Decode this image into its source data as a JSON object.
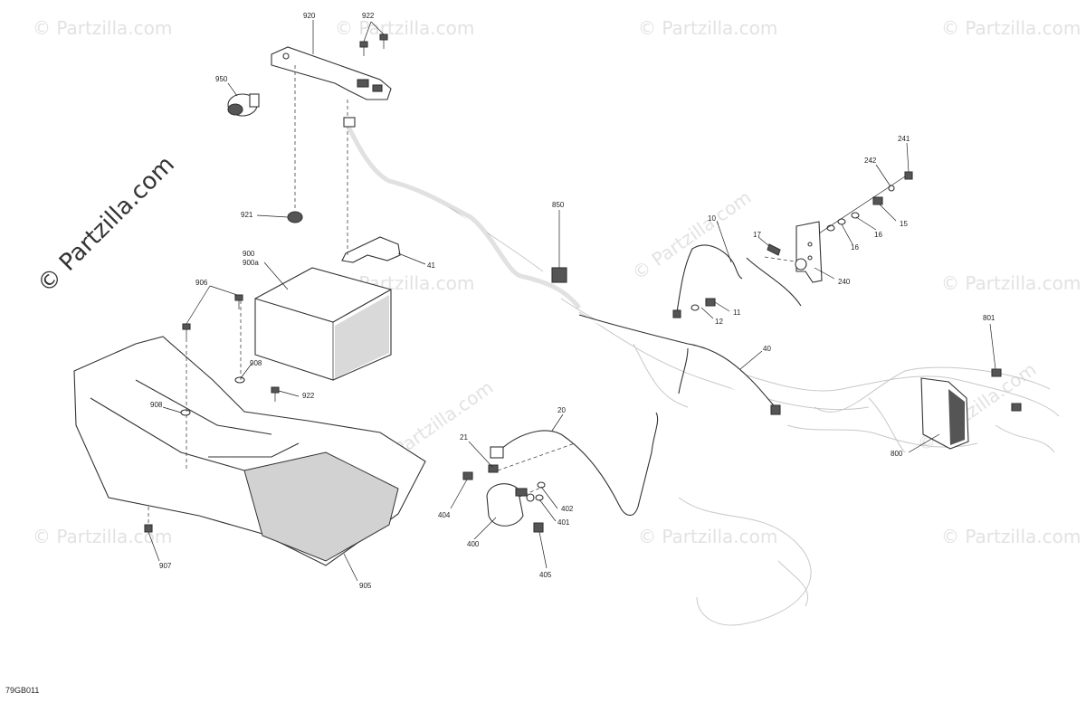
{
  "watermark": {
    "text": "© Partzilla.com",
    "color": "#e2e2e2",
    "main_color": "#333333"
  },
  "diagram_code": "79GB011",
  "callouts": {
    "c920": "920",
    "c922a": "922",
    "c950": "950",
    "c921": "921",
    "c900": "900",
    "c900a": "900a",
    "c41": "41",
    "c906": "906",
    "c908a": "908",
    "c908b": "908",
    "c922b": "922",
    "c907": "907",
    "c905": "905",
    "c850": "850",
    "c10": "10",
    "c17": "17",
    "c12": "12",
    "c11": "11",
    "c241": "241",
    "c242": "242",
    "c15": "15",
    "c16a": "16",
    "c16b": "16",
    "c240": "240",
    "c40": "40",
    "c801": "801",
    "c800": "800",
    "c20": "20",
    "c21": "21",
    "c404": "404",
    "c402": "402",
    "c401": "401",
    "c400": "400",
    "c405": "405"
  }
}
